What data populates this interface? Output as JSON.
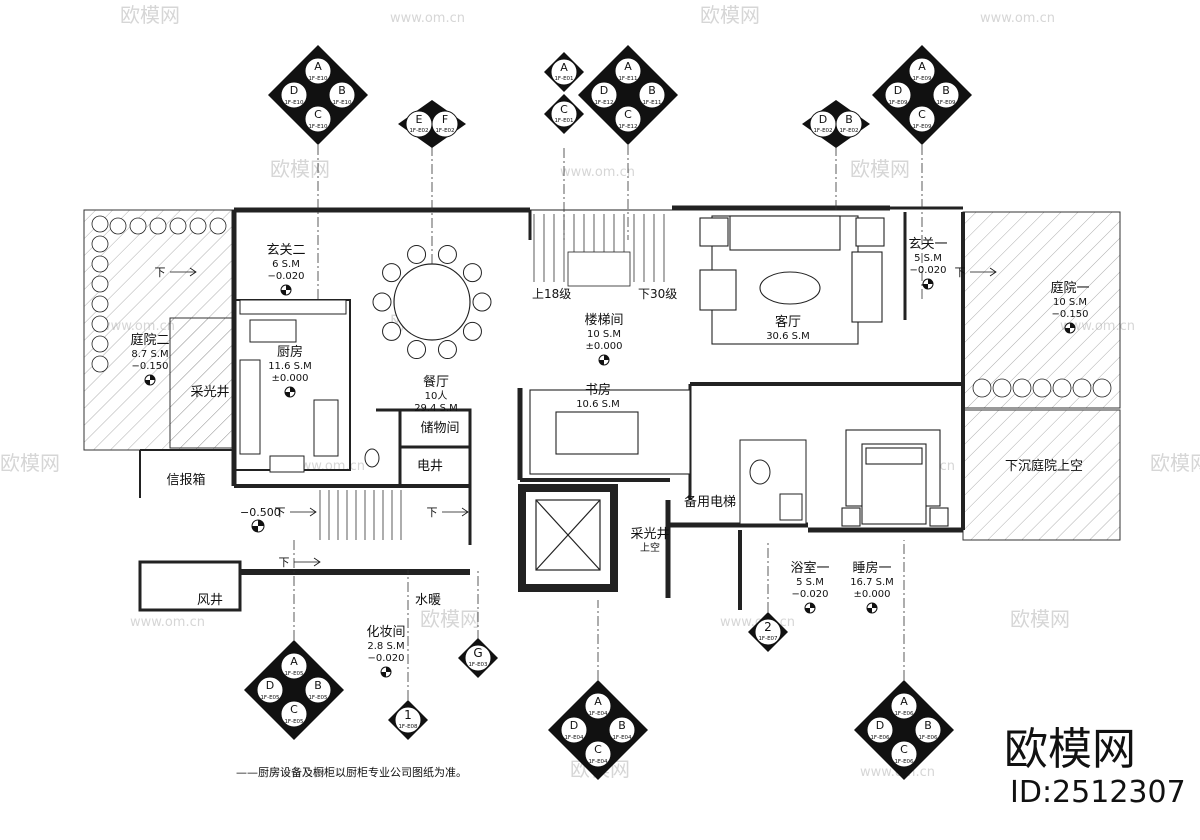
{
  "watermark": {
    "brand": "欧模网",
    "url": "www.om.cn"
  },
  "brand_mark": {
    "name": "欧模网",
    "id": "ID:2512307"
  },
  "footnote": "——厨房设备及橱柜以厨柜专业公司图纸为准。",
  "rooms": [
    {
      "name": "玄关二",
      "area": "6 S.M",
      "level": "−0.020"
    },
    {
      "name": "庭院二",
      "area": "8.7 S.M",
      "level": "−0.150"
    },
    {
      "name": "采光井",
      "area": "",
      "level": ""
    },
    {
      "name": "厨房",
      "area": "11.6 S.M",
      "level": "±0.000"
    },
    {
      "name": "餐厅",
      "area": "10人",
      "level": "29.4 S.M"
    },
    {
      "name": "储物间",
      "area": "",
      "level": ""
    },
    {
      "name": "电井",
      "area": "",
      "level": ""
    },
    {
      "name": "信报箱",
      "area": "",
      "level": ""
    },
    {
      "name": "风井",
      "area": "",
      "level": ""
    },
    {
      "name": "水暖",
      "area": "",
      "level": ""
    },
    {
      "name": "化妆间",
      "area": "2.8 S.M",
      "level": "−0.020"
    },
    {
      "name": "楼梯间",
      "area": "10 S.M",
      "level": "±0.000"
    },
    {
      "name": "书房",
      "area": "10.6 S.M",
      "level": ""
    },
    {
      "name": "备用电梯",
      "area": "",
      "level": ""
    },
    {
      "name": "采光井",
      "area": "上空",
      "level": ""
    },
    {
      "name": "客厅",
      "area": "30.6 S.M",
      "level": ""
    },
    {
      "name": "玄关一",
      "area": "5 S.M",
      "level": "−0.020"
    },
    {
      "name": "庭院一",
      "area": "10 S.M",
      "level": "−0.150"
    },
    {
      "name": "下沉庭院上空",
      "area": "",
      "level": ""
    },
    {
      "name": "浴室一",
      "area": "5 S.M",
      "level": "−0.020"
    },
    {
      "name": "睡房一",
      "area": "16.7 S.M",
      "level": "±0.000"
    }
  ],
  "stairs": {
    "up": "上18级",
    "down": "下30级",
    "arrow_down": "下"
  },
  "level_marks": [
    "−0.500"
  ],
  "elevation_markers": [
    {
      "letters": [
        "A",
        "B",
        "C",
        "D"
      ],
      "codes": [
        "1F-E10",
        "1F-E10",
        "1F-E10",
        "1F-E10"
      ]
    },
    {
      "letters": [
        "E",
        "F"
      ],
      "codes": [
        "1F-E02",
        "1F-E02"
      ]
    },
    {
      "letters": [
        "A",
        "C"
      ],
      "codes": [
        "1F-E01",
        "1F-E01"
      ]
    },
    {
      "letters": [
        "A",
        "B",
        "C",
        "D"
      ],
      "codes": [
        "1F-E11",
        "1F-E11",
        "1F-E12",
        "1F-E12"
      ]
    },
    {
      "letters": [
        "D",
        "B"
      ],
      "codes": [
        "1F-E02",
        "1F-E02"
      ]
    },
    {
      "letters": [
        "A",
        "B",
        "C",
        "D"
      ],
      "codes": [
        "1F-E09",
        "1F-E09",
        "1F-E09",
        "1F-E09"
      ]
    },
    {
      "letters": [
        "A",
        "B",
        "C",
        "D"
      ],
      "codes": [
        "1F-E05",
        "1F-E05",
        "1F-E05",
        "1F-E05"
      ]
    },
    {
      "letters": [
        "G"
      ],
      "codes": [
        "1F-E03"
      ]
    },
    {
      "letters": [
        "1"
      ],
      "codes": [
        "1F-E08"
      ]
    },
    {
      "letters": [
        "A",
        "B",
        "C",
        "D"
      ],
      "codes": [
        "1F-E04",
        "1F-E04",
        "1F-E04",
        "1F-E04"
      ]
    },
    {
      "letters": [
        "2"
      ],
      "codes": [
        "1F-E07"
      ]
    },
    {
      "letters": [
        "A",
        "B",
        "C",
        "D"
      ],
      "codes": [
        "1F-E06",
        "1F-E06",
        "1F-E06",
        "1F-E06"
      ]
    }
  ]
}
